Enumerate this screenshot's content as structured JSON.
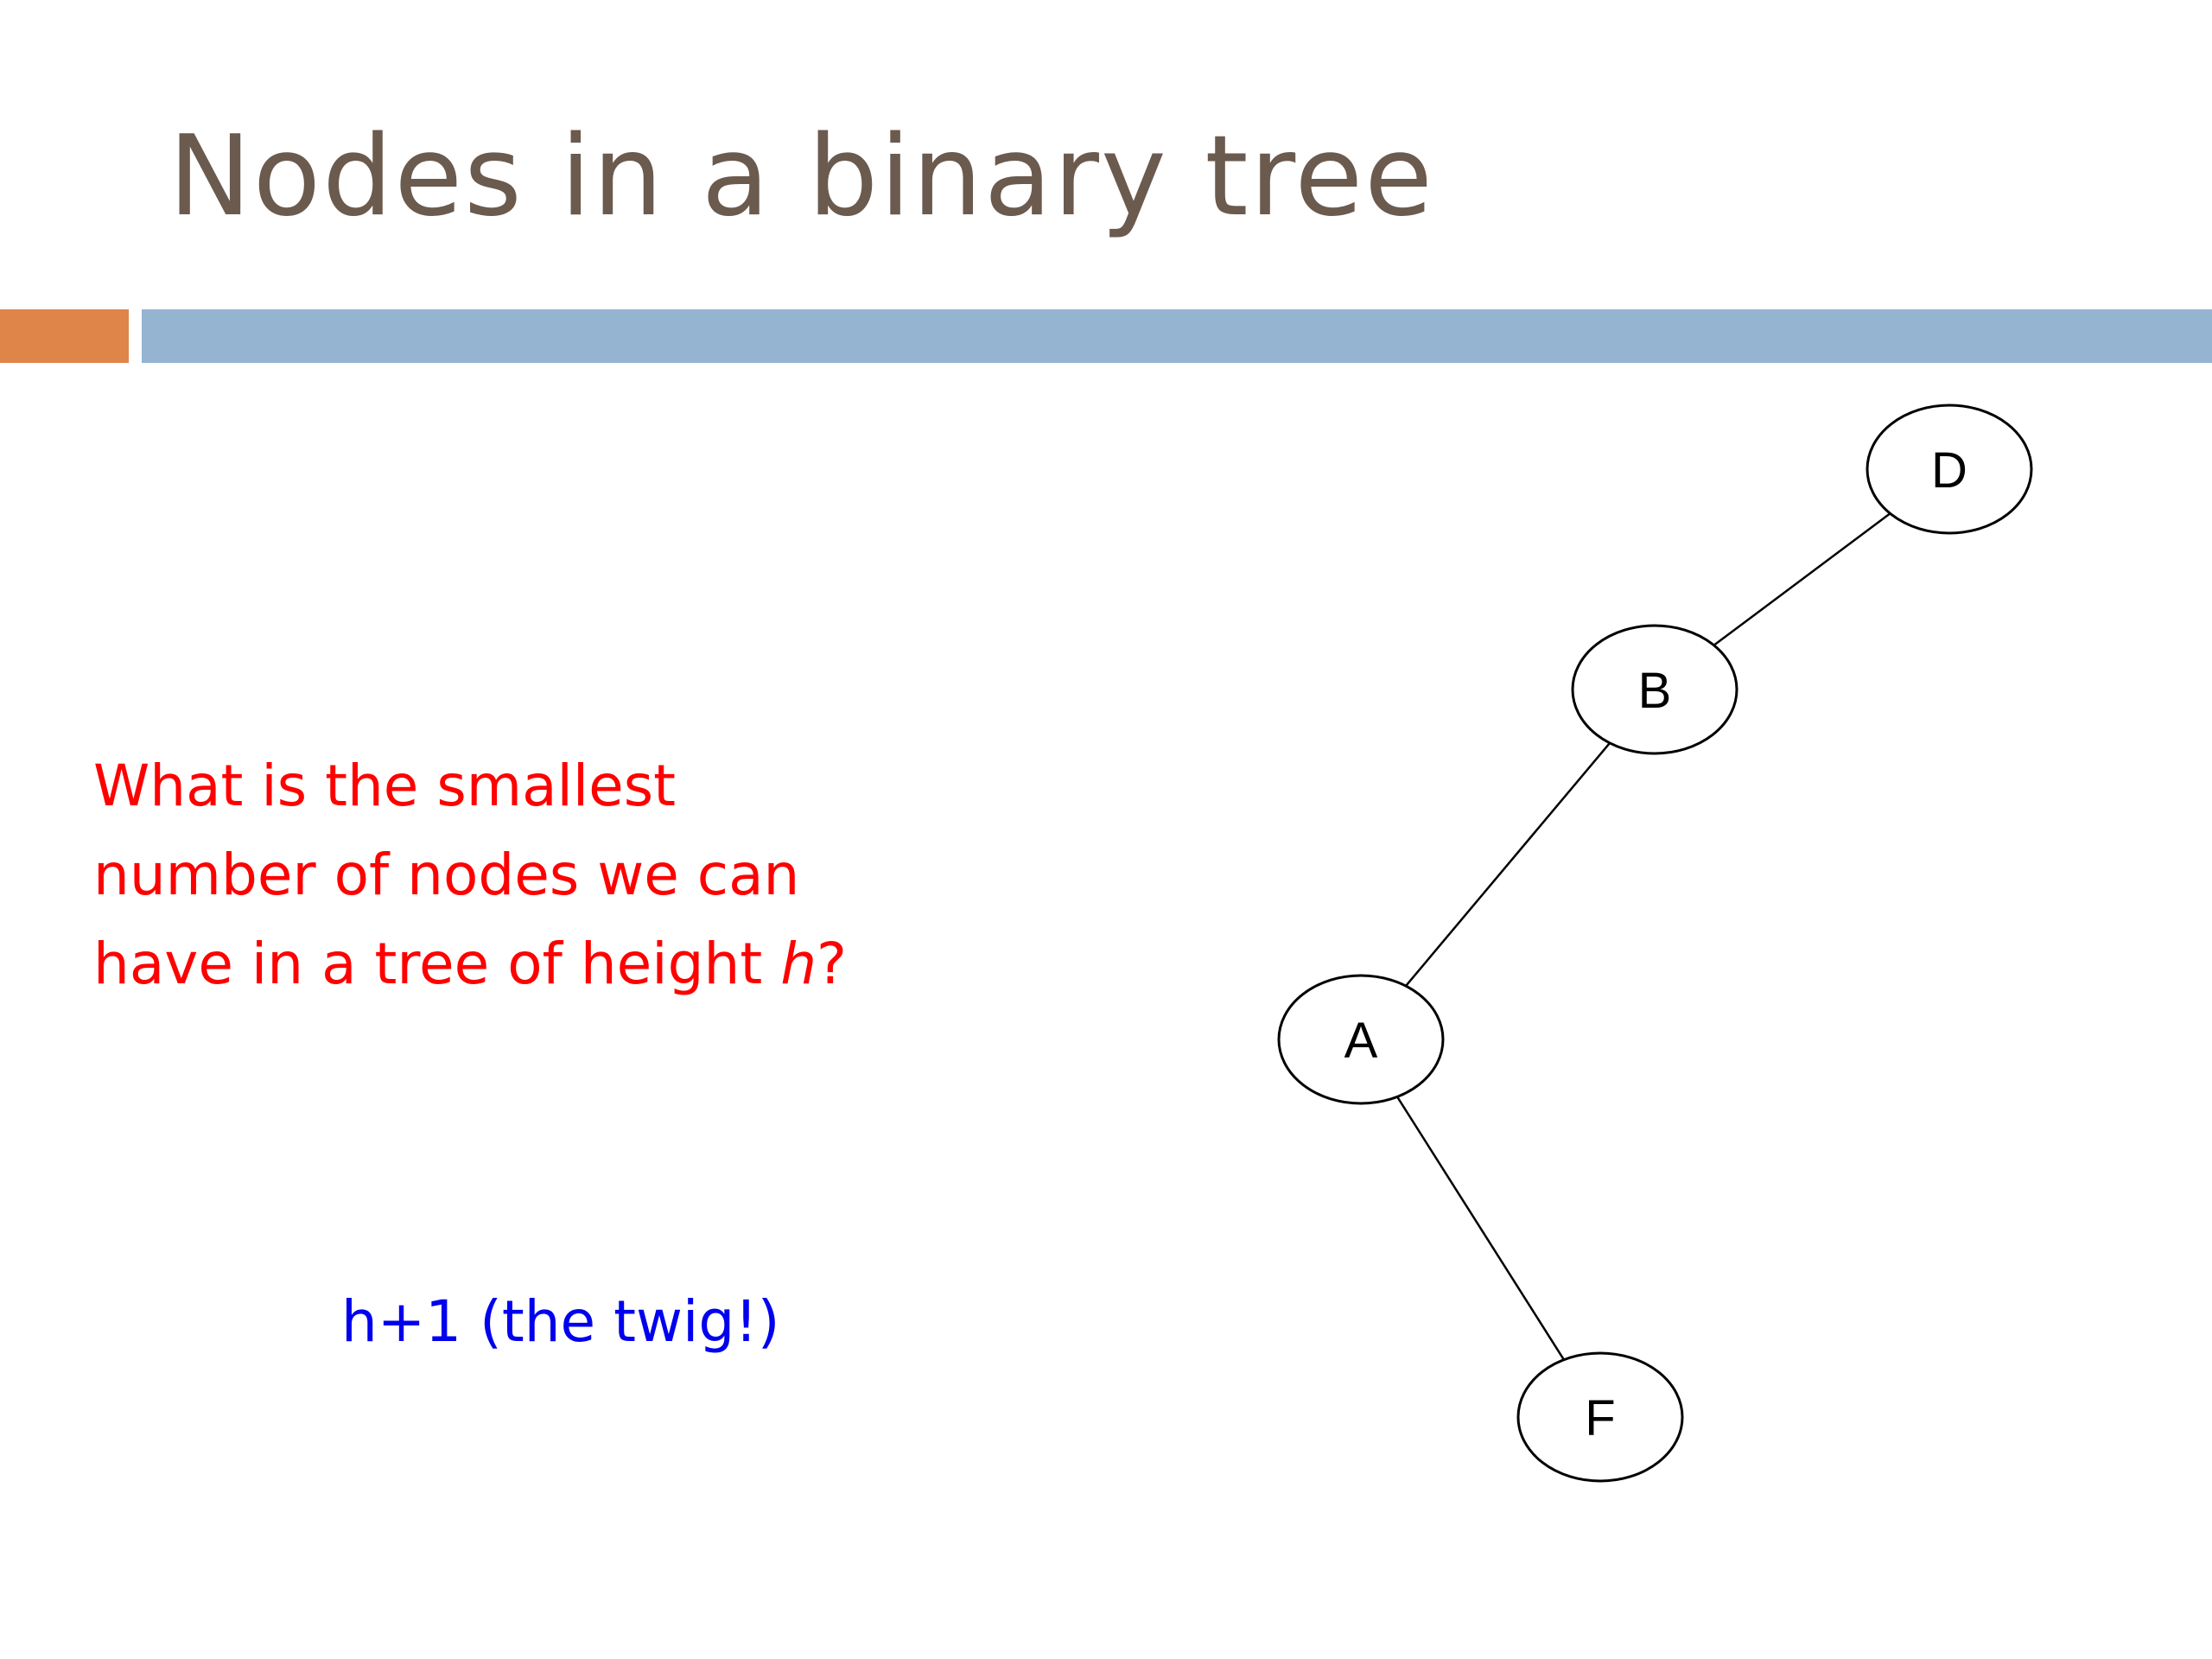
{
  "slide": {
    "title": "Nodes in a binary tree",
    "question": {
      "line1": "What is the smallest",
      "line2": "number of nodes we can",
      "line3_prefix": "have in a tree of height ",
      "line3_var": "h",
      "line3_suffix": "?"
    },
    "answer": "h+1 (the twig!)"
  },
  "tree": {
    "nodes": [
      {
        "id": "D",
        "label": "D"
      },
      {
        "id": "B",
        "label": "B"
      },
      {
        "id": "A",
        "label": "A"
      },
      {
        "id": "F",
        "label": "F"
      }
    ],
    "edges": [
      {
        "from": "D",
        "to": "B"
      },
      {
        "from": "B",
        "to": "A"
      },
      {
        "from": "A",
        "to": "F"
      }
    ]
  },
  "colors": {
    "title": "#6b5a4e",
    "accent_orange": "#e0854a",
    "accent_blue": "#94b4d2",
    "question": "#ff0000",
    "answer": "#0000ee"
  }
}
